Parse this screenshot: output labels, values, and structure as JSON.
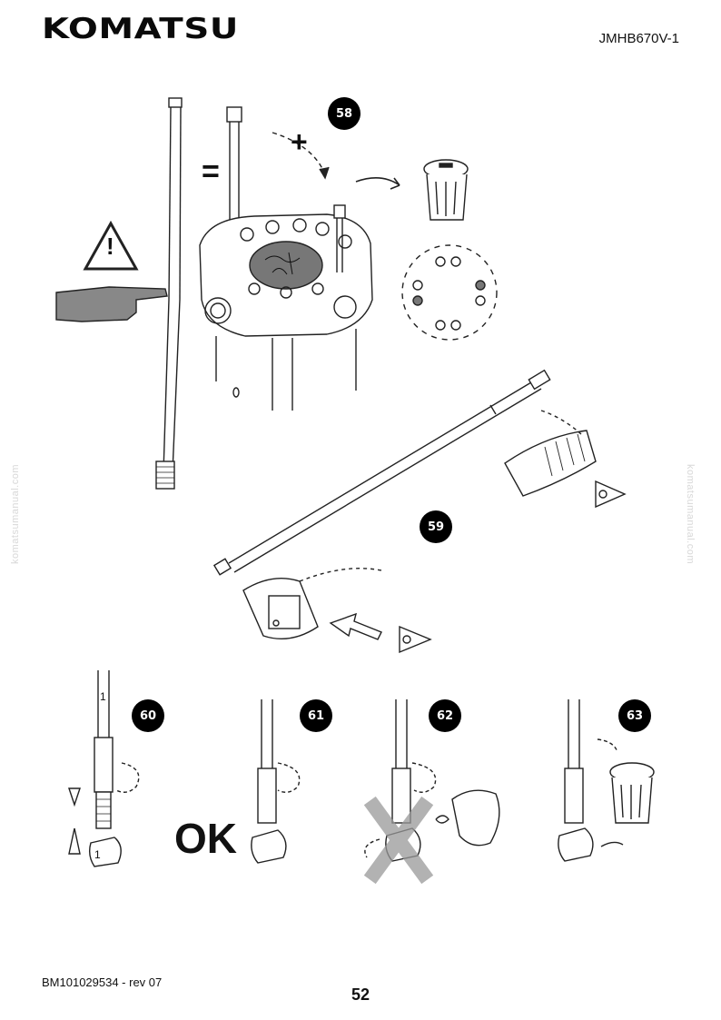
{
  "header": {
    "brand": "KOMATSU",
    "doc_code": "JMHB670V-1"
  },
  "footer": {
    "doc_ref": "BM101029534 - rev 07",
    "page_number": "52"
  },
  "watermark": "komatsumanual.com",
  "steps": {
    "s58": "58",
    "s59": "59",
    "s60": "60",
    "s61": "61",
    "s62": "62",
    "s63": "63"
  },
  "labels": {
    "equals": "=",
    "plus": "+",
    "ok": "OK",
    "rod_mark": "1",
    "part_mark": "1"
  }
}
